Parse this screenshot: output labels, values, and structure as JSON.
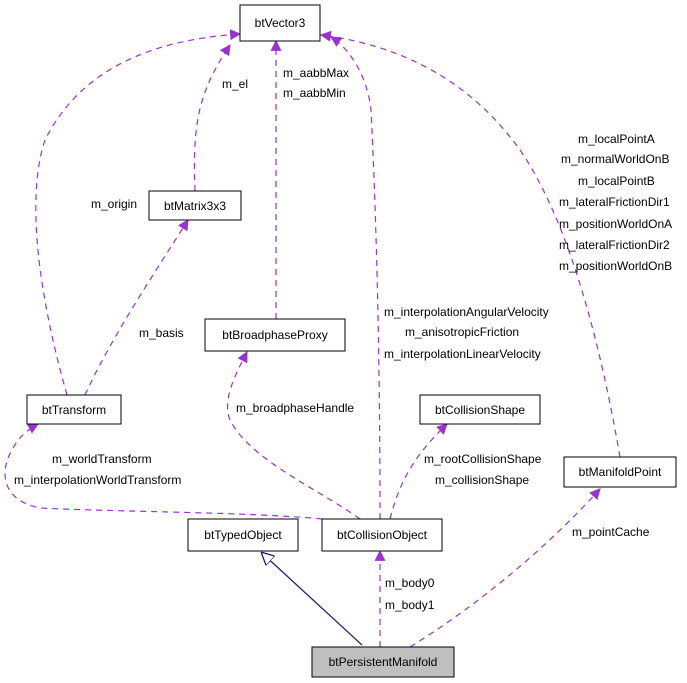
{
  "colors": {
    "usage_edge": "#9a32cd",
    "inheritance_edge": "#191970",
    "node_fill": "#ffffff",
    "highlight_fill": "#bfbfbf",
    "node_stroke": "#000000"
  },
  "nodes": {
    "btVector3": "btVector3",
    "btMatrix3x3": "btMatrix3x3",
    "btTransform": "btTransform",
    "btBroadphaseProxy": "btBroadphaseProxy",
    "btCollisionShape": "btCollisionShape",
    "btManifoldPoint": "btManifoldPoint",
    "btTypedObject": "btTypedObject",
    "btCollisionObject": "btCollisionObject",
    "btPersistentManifold": "btPersistentManifold"
  },
  "labels": {
    "m_el": "m_el",
    "m_aabbMax": "m_aabbMax",
    "m_aabbMin": "m_aabbMin",
    "m_origin": "m_origin",
    "m_basis": "m_basis",
    "m_broadphaseHandle": "m_broadphaseHandle",
    "m_interpolationAngularVelocity": "m_interpolationAngularVelocity",
    "m_anisotropicFriction": "m_anisotropicFriction",
    "m_interpolationLinearVelocity": "m_interpolationLinearVelocity",
    "m_rootCollisionShape": "m_rootCollisionShape",
    "m_collisionShape": "m_collisionShape",
    "m_worldTransform": "m_worldTransform",
    "m_interpolationWorldTransform": "m_interpolationWorldTransform",
    "m_localPointA": "m_localPointA",
    "m_normalWorldOnB": "m_normalWorldOnB",
    "m_localPointB": "m_localPointB",
    "m_lateralFrictionDir1": "m_lateralFrictionDir1",
    "m_positionWorldOnA": "m_positionWorldOnA",
    "m_lateralFrictionDir2": "m_lateralFrictionDir2",
    "m_positionWorldOnB": "m_positionWorldOnB",
    "m_pointCache": "m_pointCache",
    "m_body0": "m_body0",
    "m_body1": "m_body1"
  }
}
